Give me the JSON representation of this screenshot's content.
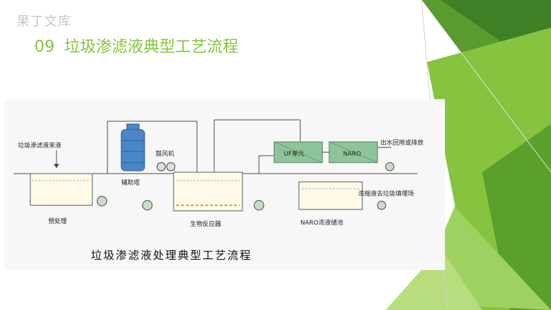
{
  "slide": {
    "watermark": "果丁文库",
    "number": "09",
    "title": "垃圾渗滤液典型工艺流程"
  },
  "colors": {
    "accent_green": "#86c440",
    "dark_green": "#3f7f25",
    "tower_blue": "#4a86c8",
    "unit_green": "#8fc49a"
  },
  "diagram": {
    "labels": {
      "inflow": "垃圾渗滤液来液",
      "aux_tower": "辅助塔",
      "blower": "鼓风机",
      "pretreat": "预处理",
      "bioreactor": "生物反应器",
      "uf": "UF单元",
      "naro": "NARO",
      "outflow": "出水回用或排放",
      "concentrate": "浓缩液去垃圾填埋场",
      "naro_storage": "NARO浓液储池"
    },
    "caption": "垃圾渗滤液处理典型工艺流程"
  }
}
